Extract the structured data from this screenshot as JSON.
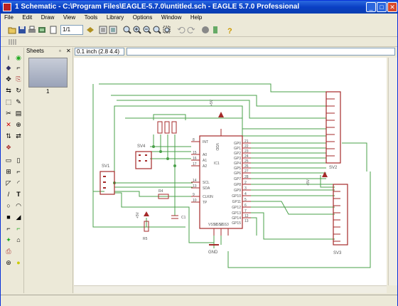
{
  "window": {
    "title": "1 Schematic - C:\\Program Files\\EAGLE-5.7.0\\untitled.sch - EAGLE 5.7.0 Professional"
  },
  "window_buttons": [
    "_",
    "□",
    "✕"
  ],
  "menu": [
    "File",
    "Edit",
    "Draw",
    "View",
    "Tools",
    "Library",
    "Options",
    "Window",
    "Help"
  ],
  "toolbar": {
    "sheet_combo": "1/1"
  },
  "sheets_panel": {
    "title": "Sheets",
    "sheet_number": "1"
  },
  "coord": {
    "readout": "0.1 inch (2.8 4.4)",
    "command": ""
  },
  "schematic": {
    "ic": {
      "name": "IC1",
      "left_pins": [
        "INT",
        "A0",
        "A1",
        "A2",
        "SCL",
        "SDA",
        "CLKIN",
        "TP",
        "VSS1",
        "VSS2",
        "VSS3"
      ],
      "right_pins": [
        "GP0",
        "GP1",
        "GP2",
        "GP3",
        "GP4",
        "GP5",
        "GP6",
        "GP7",
        "GP8",
        "GP9",
        "GP10",
        "GP11",
        "GP12",
        "GP13",
        "GP14",
        "GP15"
      ],
      "vdd": "VDD",
      "left_nums": [
        "8",
        "15",
        "16",
        "17",
        "14",
        "13",
        "9",
        "10"
      ],
      "right_nums": [
        "21",
        "22",
        "23",
        "24",
        "25",
        "26",
        "27",
        "28",
        "2",
        "3",
        "4",
        "5",
        "6",
        "7",
        "12",
        "13"
      ]
    },
    "connectors": {
      "sv1": "SV1",
      "sv2": "SV2",
      "sv3": "SV3",
      "sv4": "SV4"
    },
    "supplies": {
      "vcc1": "+5V",
      "vcc2": "+5V",
      "vcc3": "+5V",
      "gnd": "GND"
    },
    "parts": {
      "r4": "R4",
      "r5": "R5",
      "cap": "C1"
    }
  }
}
